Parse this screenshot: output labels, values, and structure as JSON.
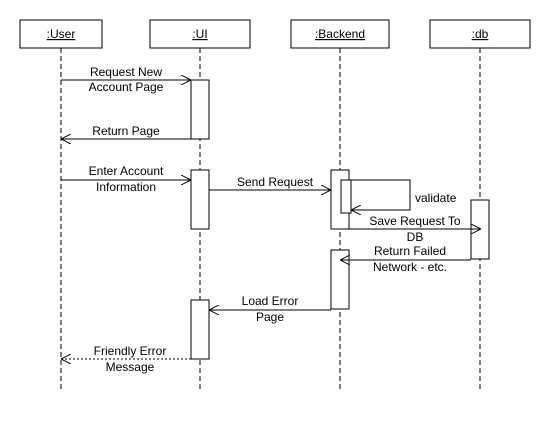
{
  "diagram": {
    "objects": [
      ":User",
      ":UI",
      ":Backend",
      ":db"
    ],
    "messages": [
      {
        "lines": [
          "Request New",
          "Account Page"
        ]
      },
      {
        "lines": [
          "Return Page"
        ]
      },
      {
        "lines": [
          "Enter Account",
          "Information"
        ]
      },
      {
        "lines": [
          "Send Request"
        ]
      },
      {
        "lines": [
          "validate"
        ]
      },
      {
        "lines": [
          "Save Request To",
          "DB"
        ]
      },
      {
        "lines": [
          "Return Failed",
          "Network - etc."
        ]
      },
      {
        "lines": [
          "Load Error",
          "Page"
        ]
      },
      {
        "lines": [
          "Friendly Error",
          "Message"
        ]
      }
    ]
  }
}
